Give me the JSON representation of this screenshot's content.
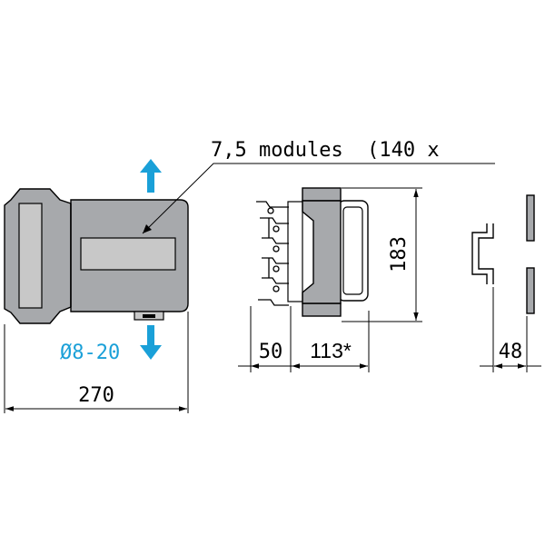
{
  "diagram": {
    "module_label": "7,5 modules  (140 x",
    "cable_label": "Ø8-20",
    "dimensions": {
      "front_width": "270",
      "side_depth_small": "50",
      "side_depth_main": "113*",
      "side_height": "183",
      "rail_width": "48"
    }
  },
  "colors": {
    "body": "#a7a9ac",
    "window": "#c8c8c8",
    "arrow": "#1aa0d8",
    "line": "#000000"
  }
}
